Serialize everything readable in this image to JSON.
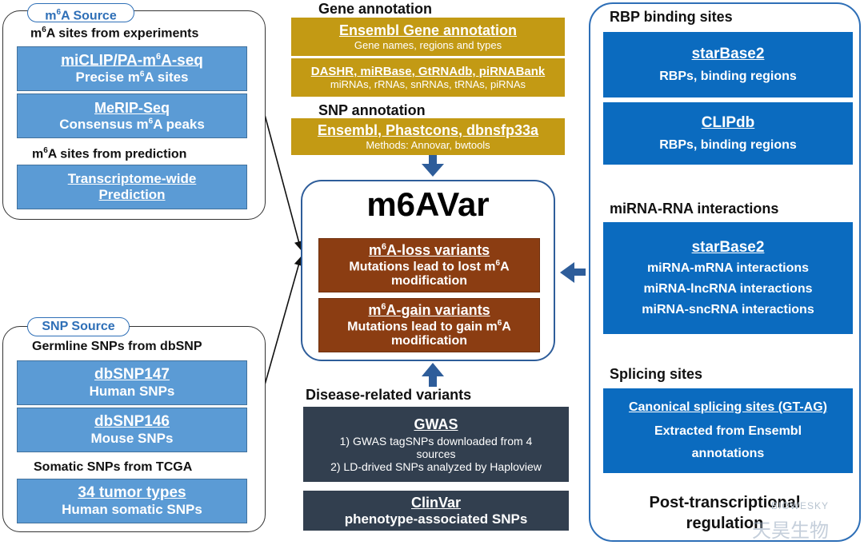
{
  "m6a_source": {
    "tag_pre": "m",
    "tag_sup": "6",
    "tag_post": "A Source",
    "experiments_pre": "m",
    "experiments_sup": "6",
    "experiments_post": "A sites from experiments",
    "miclip_title_pre": "miCLIP/PA-m",
    "miclip_title_sup": "6",
    "miclip_title_post": "A-seq",
    "miclip_sub_pre": "Precise m",
    "miclip_sub_sup": "6",
    "miclip_sub_post": "A sites",
    "merip_title": "MeRIP-Seq",
    "merip_sub_pre": "Consensus m",
    "merip_sub_sup": "6",
    "merip_sub_post": "A peaks",
    "prediction_pre": "m",
    "prediction_sup": "6",
    "prediction_post": "A sites from prediction",
    "pred_line1": "Transcriptome-wide",
    "pred_line2": "Prediction"
  },
  "snp_source": {
    "tag": "SNP Source",
    "germline": "Germline SNPs from dbSNP",
    "dbsnp147_title": "dbSNP147",
    "dbsnp147_sub": "Human SNPs",
    "dbsnp146_title": "dbSNP146",
    "dbsnp146_sub": "Mouse SNPs",
    "somatic": "Somatic SNPs from TCGA",
    "tumor_title": "34 tumor types",
    "tumor_sub": "Human somatic SNPs"
  },
  "gene_annotation": {
    "heading": "Gene annotation",
    "ensembl_title": "Ensembl Gene annotation",
    "ensembl_sub": "Gene names, regions and types",
    "dashr_title": "DASHR, miRBase, GtRNAdb, piRNABank",
    "dashr_sub": "miRNAs, rRNAs, snRNAs, tRNAs, piRNAs"
  },
  "snp_annotation": {
    "heading": "SNP annotation",
    "title": "Ensembl, Phastcons, dbnsfp33a",
    "sub": "Methods: Annovar, bwtools"
  },
  "center": {
    "title": "m6AVar",
    "loss_title_pre": "m",
    "loss_title_sup": "6",
    "loss_title_post": "A-loss variants",
    "loss_line1_pre": "Mutations lead to lost m",
    "loss_line1_sup": "6",
    "loss_line1_post": "A",
    "loss_line2": "modification",
    "gain_title_pre": "m",
    "gain_title_sup": "6",
    "gain_title_post": "A-gain variants",
    "gain_line1_pre": "Mutations lead to gain m",
    "gain_line1_sup": "6",
    "gain_line1_post": "A",
    "gain_line2": "modification"
  },
  "disease": {
    "heading": "Disease-related variants",
    "gwas_title": "GWAS",
    "gwas_line1": "1) GWAS tagSNPs downloaded from 4",
    "gwas_line2": "sources",
    "gwas_line3": "2) LD-drived SNPs analyzed by Haploview",
    "clinvar_title": "ClinVar",
    "clinvar_sub": "phenotype-associated SNPs"
  },
  "right": {
    "rbp_heading": "RBP binding sites",
    "starbase_title": "starBase2",
    "starbase_sub": "RBPs, binding regions",
    "clipdb_title": "CLIPdb",
    "clipdb_sub": "RBPs, binding regions",
    "mirna_heading": "miRNA-RNA interactions",
    "starbase2_title": "starBase2",
    "mirna_line1": "miRNA-mRNA interactions",
    "mirna_line2": "miRNA-lncRNA interactions",
    "mirna_line3": "miRNA-sncRNA interactions",
    "splicing_heading": "Splicing sites",
    "splice_title": "Canonical splicing sites (GT-AG)",
    "splice_line1": "Extracted from Ensembl",
    "splice_line2": "annotations",
    "footer_line1": "Post-transcriptional",
    "footer_line2": "regulation"
  },
  "watermark": {
    "latin": "BIOWESKY",
    "chinese": "天昊生物"
  },
  "colors": {
    "light_blue": "#5b9bd5",
    "gold": "#c39a14",
    "rust": "#8b3d12",
    "navy": "#323f4f",
    "deep_blue": "#0b6bbf"
  }
}
